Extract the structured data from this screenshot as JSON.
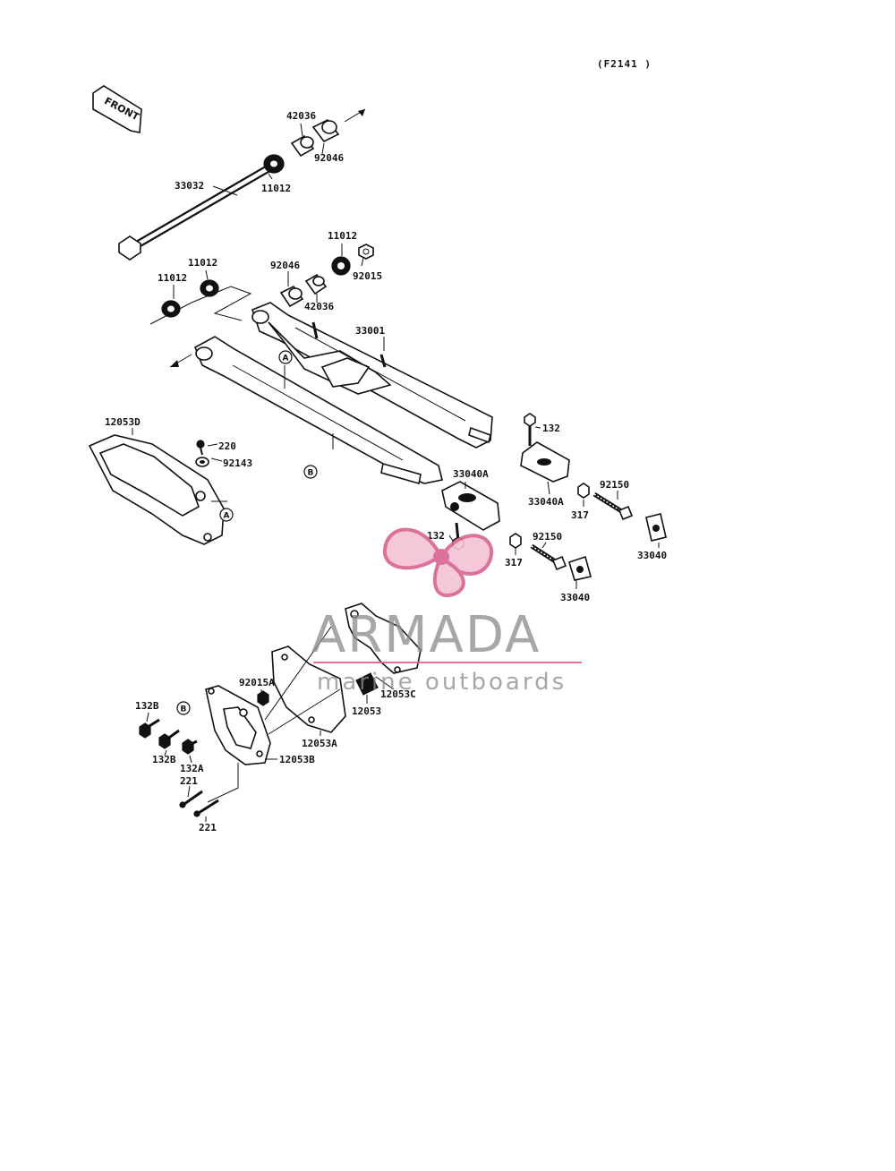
{
  "diagram_code": "(F2141 )",
  "front_label": "FRONT",
  "watermark": {
    "brand": "ARMADA",
    "tagline": "marine outboards",
    "logo_color": "#d9638f",
    "text_color": "#8c8c8c"
  },
  "parts": [
    {
      "id": "p-42036-top",
      "label": "42036"
    },
    {
      "id": "p-92046-top",
      "label": "92046"
    },
    {
      "id": "p-11012-top",
      "label": "11012"
    },
    {
      "id": "p-33032",
      "label": "33032"
    },
    {
      "id": "p-11012-right",
      "label": "11012"
    },
    {
      "id": "p-92015",
      "label": "92015"
    },
    {
      "id": "p-92046-mid",
      "label": "92046"
    },
    {
      "id": "p-42036-mid",
      "label": "42036"
    },
    {
      "id": "p-11012-left1",
      "label": "11012"
    },
    {
      "id": "p-11012-left2",
      "label": "11012"
    },
    {
      "id": "p-33001",
      "label": "33001"
    },
    {
      "id": "p-12053D",
      "label": "12053D"
    },
    {
      "id": "p-220",
      "label": "220"
    },
    {
      "id": "p-92143",
      "label": "92143"
    },
    {
      "id": "p-132-top",
      "label": "132"
    },
    {
      "id": "p-33040A-right",
      "label": "33040A"
    },
    {
      "id": "p-33040A-mid",
      "label": "33040A"
    },
    {
      "id": "p-92150-right",
      "label": "92150"
    },
    {
      "id": "p-317-right",
      "label": "317"
    },
    {
      "id": "p-33040-right",
      "label": "33040"
    },
    {
      "id": "p-132-mid",
      "label": "132"
    },
    {
      "id": "p-92150-mid",
      "label": "92150"
    },
    {
      "id": "p-317-mid",
      "label": "317"
    },
    {
      "id": "p-33040-mid",
      "label": "33040"
    },
    {
      "id": "p-92015A",
      "label": "92015A"
    },
    {
      "id": "p-12053C",
      "label": "12053C"
    },
    {
      "id": "p-12053",
      "label": "12053"
    },
    {
      "id": "p-12053A",
      "label": "12053A"
    },
    {
      "id": "p-12053B",
      "label": "12053B"
    },
    {
      "id": "p-132B-1",
      "label": "132B"
    },
    {
      "id": "p-132B-2",
      "label": "132B"
    },
    {
      "id": "p-132A",
      "label": "132A"
    },
    {
      "id": "p-221-1",
      "label": "221"
    },
    {
      "id": "p-221-2",
      "label": "221"
    }
  ],
  "markers": {
    "a": "A",
    "b": "B"
  }
}
